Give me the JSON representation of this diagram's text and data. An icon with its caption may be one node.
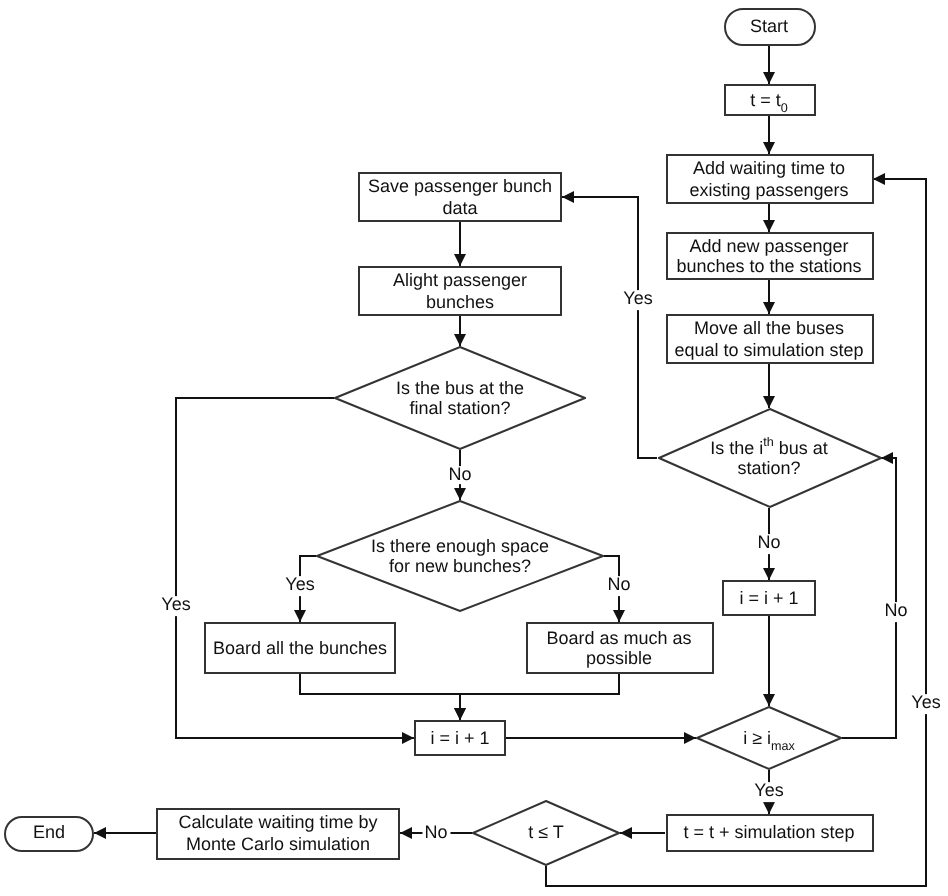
{
  "diagram": {
    "nodes": [
      {
        "text": [
          "Start"
        ]
      },
      {
        "text": [
          "t = t$_{0}$"
        ]
      },
      {
        "text": [
          "Add waiting time to existing passengers"
        ]
      },
      {
        "text": [
          "Save passenger bunch data"
        ]
      },
      {
        "text": [
          "Add new passenger bunches to the stations"
        ]
      },
      {
        "text": [
          "Alight passenger bunches"
        ]
      },
      {
        "text": [
          "Move all the buses equal to simulation step"
        ]
      },
      {
        "text": [
          "Is the bus at the final station?"
        ]
      },
      {
        "text": [
          "Is the i$^{th}$ bus at station?"
        ]
      },
      {
        "text": [
          "Is there enough space for new bunches?"
        ]
      },
      {
        "text": [
          "i = i + 1"
        ]
      },
      {
        "text": [
          "Board all the bunches"
        ]
      },
      {
        "text": [
          "Board as much as possible"
        ]
      },
      {
        "text": [
          "i = i + 1"
        ]
      },
      {
        "text": [
          "i ≥ i$_{max}$"
        ]
      },
      {
        "text": [
          "End"
        ]
      },
      {
        "text": [
          "Calculate waiting time by Monte Carlo simulation"
        ]
      },
      {
        "text": [
          "t ≤ T"
        ]
      },
      {
        "text": [
          "t = t + simulation step"
        ]
      }
    ],
    "edges": [
      {
        "from": 0,
        "to": 1,
        "arrow": "to"
      },
      {
        "from": 1,
        "to": 2,
        "arrow": "to"
      },
      {
        "from": 2,
        "to": 4,
        "arrow": "to"
      },
      {
        "from": 4,
        "to": 6,
        "arrow": "to"
      },
      {
        "from": 6,
        "to": 8,
        "arrow": "to"
      },
      {
        "from": 8,
        "to": 3,
        "arrow": "to",
        "label": "Yes"
      },
      {
        "from": 8,
        "to": 10,
        "arrow": "to",
        "label": "No"
      },
      {
        "from": 10,
        "to": 14,
        "arrow": "to"
      },
      {
        "from": 14,
        "to": 8,
        "arrow": "to",
        "label": "No"
      },
      {
        "from": 14,
        "to": 18,
        "arrow": "to",
        "label": "Yes"
      },
      {
        "from": 18,
        "to": 17,
        "arrow": "to"
      },
      {
        "from": 17,
        "to": 2,
        "arrow": "to",
        "label": "Yes"
      },
      {
        "from": 17,
        "to": 16,
        "arrow": "to",
        "label": "No"
      },
      {
        "from": 16,
        "to": 15,
        "arrow": "to"
      },
      {
        "from": 3,
        "to": 5,
        "arrow": "to"
      },
      {
        "from": 5,
        "to": 7,
        "arrow": "to"
      },
      {
        "from": 7,
        "to": 13,
        "arrow": "to",
        "label": "Yes"
      },
      {
        "from": 7,
        "to": 9,
        "arrow": "to",
        "label": "No"
      },
      {
        "from": 9,
        "to": 11,
        "arrow": "to",
        "label": "Yes"
      },
      {
        "from": 9,
        "to": 12,
        "arrow": "to",
        "label": "No"
      },
      {
        "from": 11,
        "to": 13,
        "arrow": "to"
      },
      {
        "from": 12,
        "to": 13,
        "arrow": "to"
      },
      {
        "from": 13,
        "to": 14,
        "arrow": "to"
      }
    ]
  }
}
